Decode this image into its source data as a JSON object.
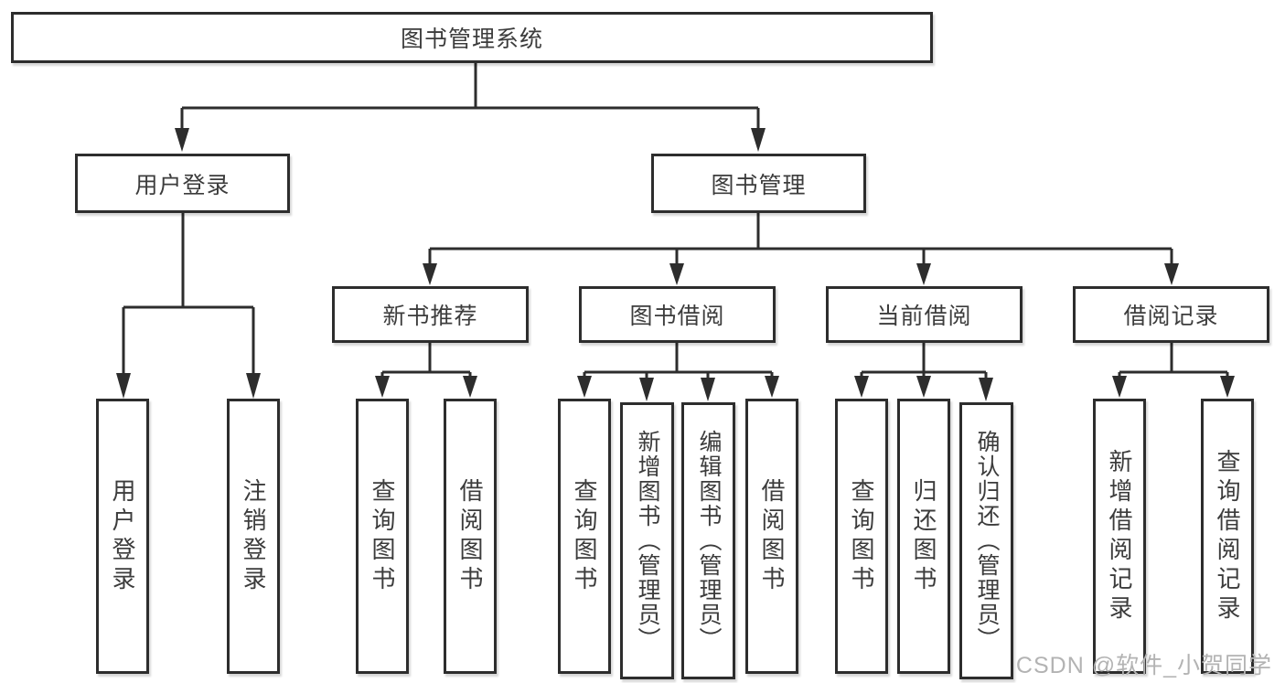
{
  "tree": {
    "root": {
      "label": "图书管理系统"
    },
    "branches": [
      {
        "label": "用户登录",
        "children": [
          {
            "label": "用户登录"
          },
          {
            "label": "注销登录"
          }
        ]
      },
      {
        "label": "图书管理",
        "children": [
          {
            "label": "新书推荐",
            "children": [
              {
                "label": "查询图书"
              },
              {
                "label": "借阅图书"
              }
            ]
          },
          {
            "label": "图书借阅",
            "children": [
              {
                "label": "查询图书"
              },
              {
                "label": "新增图书（管理员）"
              },
              {
                "label": "编辑图书（管理员）"
              },
              {
                "label": "借阅图书"
              }
            ]
          },
          {
            "label": "当前借阅",
            "children": [
              {
                "label": "查询图书"
              },
              {
                "label": "归还图书"
              },
              {
                "label": "确认归还（管理员）"
              }
            ]
          },
          {
            "label": "借阅记录",
            "children": [
              {
                "label": "新增借阅记录"
              },
              {
                "label": "查询借阅记录"
              }
            ]
          }
        ]
      }
    ]
  },
  "watermark": {
    "text": "CSDN @软件_小贺同学"
  },
  "colors": {
    "line": "#2d2d2d",
    "box_border": "#2d2d2d",
    "box_fill": "#ffffff",
    "text": "#3c3c3c",
    "watermark": "#b3b3b3",
    "background": "#ffffff"
  }
}
